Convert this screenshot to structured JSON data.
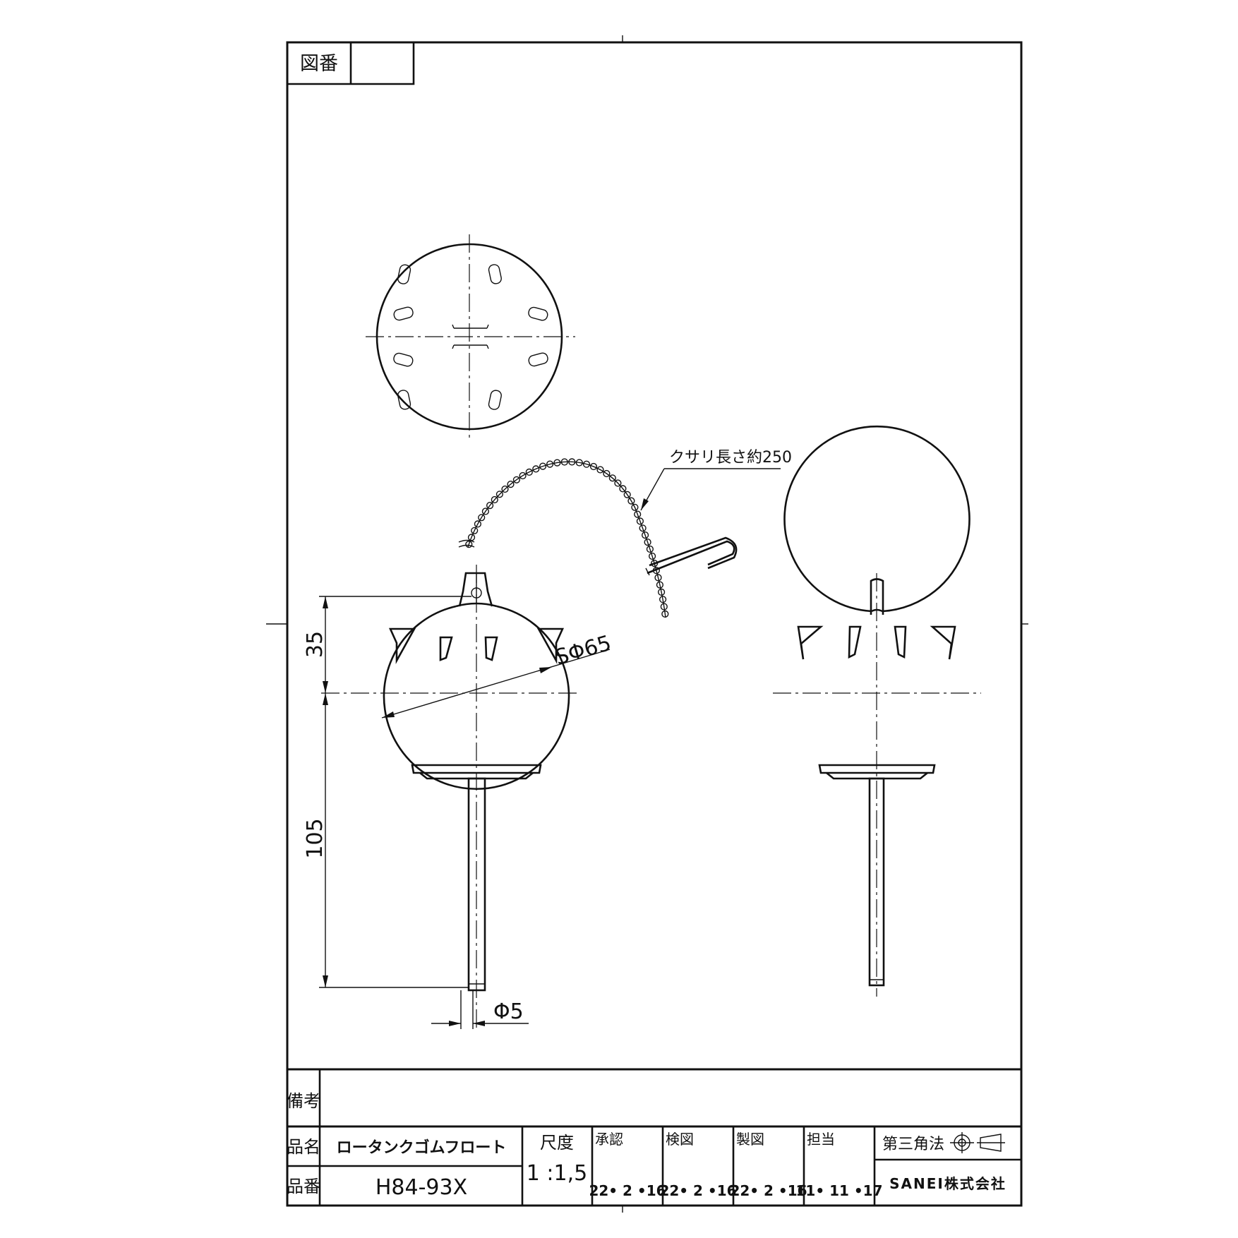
{
  "header": {
    "drawing_no_label": "図番",
    "drawing_no_value": ""
  },
  "annotations": {
    "chain_length": "クサリ長さ約250",
    "sphere_diameter": "SΦ65",
    "rod_diameter": "Φ5",
    "dim_upper": "35",
    "dim_lower": "105"
  },
  "title_block": {
    "remarks_label": "備考",
    "remarks_value": "",
    "name_label": "品名",
    "name_value": "ロータンクゴムフロート",
    "part_no_label": "品番",
    "part_no_value": "H84-93X",
    "scale_label": "尺度",
    "scale_value": "1 :1,5",
    "approved_label": "承認",
    "approved_date": "22• 2 •16",
    "checked_label": "検図",
    "checked_date": "22• 2 •16",
    "drawn_label": "製図",
    "drawn_date": "22• 2 •16",
    "charge_label": "担当",
    "charge_date": "11• 11 •17",
    "projection_label": "第三角法",
    "company": "SANEI株式会社"
  }
}
